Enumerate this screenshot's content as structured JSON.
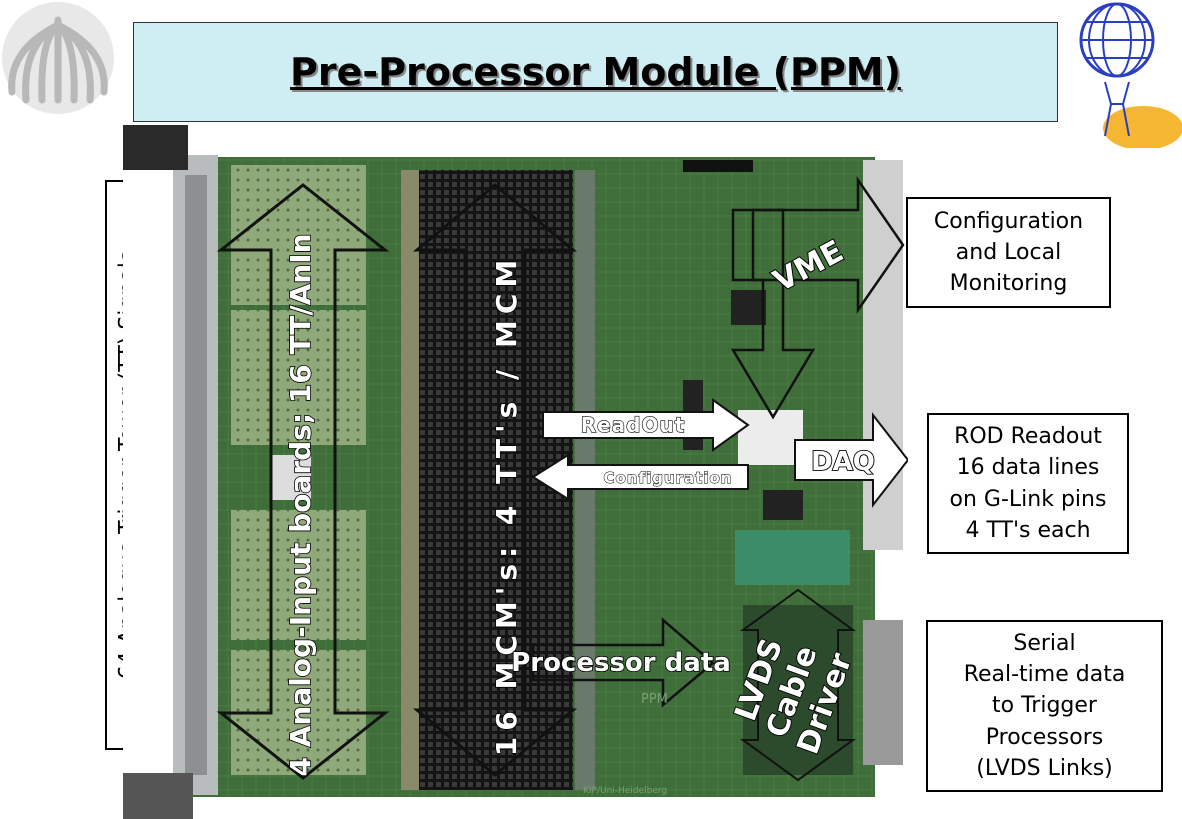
{
  "title": "Pre-Processor Module (PPM)",
  "side_label": "64 Analogue Trigger Tower (TT) Signals",
  "board_labels": {
    "analog_inputs": "4 Analog-Input boards; 16 TT/AnIn",
    "mcms": "16 MCM's: 4 TT's / MCM",
    "vme": "VME",
    "readout": "ReadOut",
    "configuration": "Configuration",
    "daq": "DAQ",
    "processor_data": "Processor data",
    "lvds_cable_driver": "LVDS Cable Driver",
    "lvds": "LVDS",
    "cable": "Cable",
    "driver": "Driver",
    "ppm_silk": "PPM",
    "kip_silk": "KIP/Uni-Heidelberg"
  },
  "info_boxes": {
    "config": "Configuration\nand Local\nMonitoring",
    "rod": "ROD Readout\n16 data lines\non G-Link pins\n4 TT's each",
    "serial": "Serial\nReal-time data\nto Trigger\nProcessors\n(LVDS Links)"
  },
  "colors": {
    "title_bg": "#cfeef3",
    "pcb_green": "#3f6e3a",
    "mcm_heatsink": "#1a1a1a",
    "arrow_fill": "#ffffff"
  }
}
